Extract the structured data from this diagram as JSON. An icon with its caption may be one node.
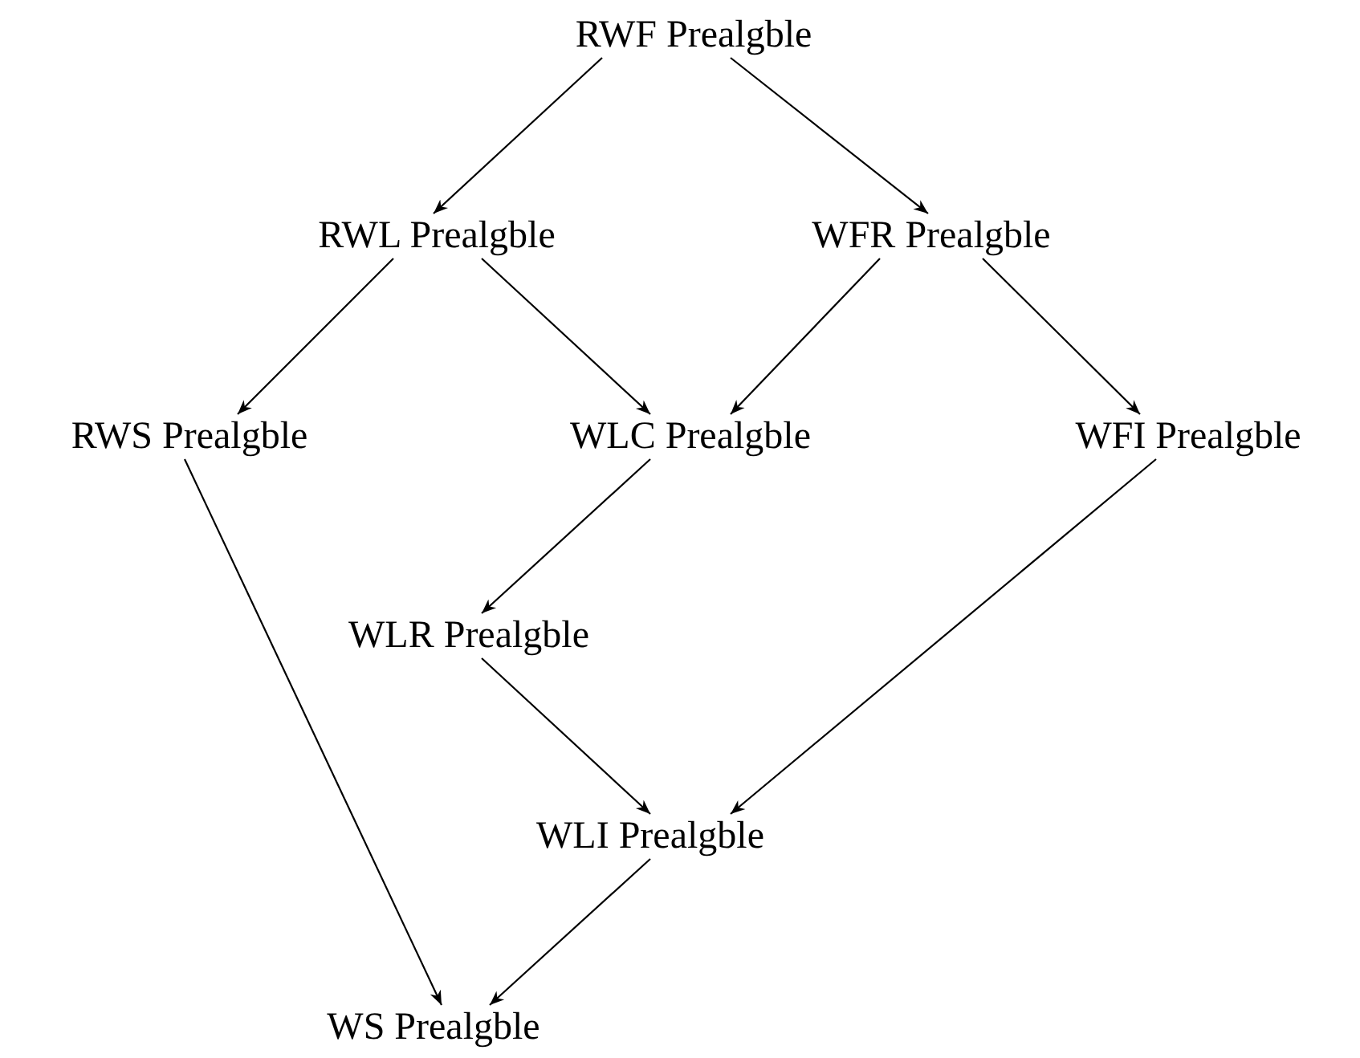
{
  "diagram": {
    "nodes": [
      {
        "text": [
          "RWF Prealgble"
        ]
      },
      {
        "text": [
          "RWL Prealgble"
        ]
      },
      {
        "text": [
          "WFR Prealgble"
        ]
      },
      {
        "text": [
          "RWS Prealgble"
        ]
      },
      {
        "text": [
          "WLC Prealgble"
        ]
      },
      {
        "text": [
          "WFI Prealgble"
        ]
      },
      {
        "text": [
          "WLR Prealgble"
        ]
      },
      {
        "text": [
          "WLI Prealgble"
        ]
      },
      {
        "text": [
          "WS Prealgble"
        ]
      }
    ],
    "edges": [
      {
        "from": 0,
        "to": 1,
        "arrow": "to"
      },
      {
        "from": 0,
        "to": 2,
        "arrow": "to"
      },
      {
        "from": 1,
        "to": 3,
        "arrow": "to"
      },
      {
        "from": 1,
        "to": 4,
        "arrow": "to"
      },
      {
        "from": 2,
        "to": 4,
        "arrow": "to"
      },
      {
        "from": 2,
        "to": 5,
        "arrow": "to"
      },
      {
        "from": 4,
        "to": 6,
        "arrow": "to"
      },
      {
        "from": 3,
        "to": 8,
        "arrow": "to"
      },
      {
        "from": 6,
        "to": 7,
        "arrow": "to"
      },
      {
        "from": 5,
        "to": 7,
        "arrow": "to"
      },
      {
        "from": 7,
        "to": 8,
        "arrow": "to"
      }
    ]
  }
}
